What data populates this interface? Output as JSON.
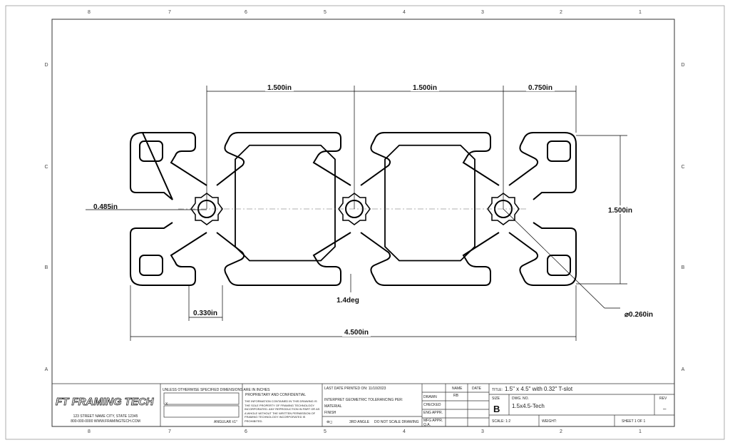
{
  "zones": {
    "columns": [
      "8",
      "7",
      "6",
      "5",
      "4",
      "3",
      "2",
      "1"
    ],
    "rows": [
      "D",
      "C",
      "B",
      "A"
    ]
  },
  "dimensions": {
    "top_left": "1.500in",
    "top_mid": "1.500in",
    "top_right": "0.750in",
    "left": "0.485in",
    "right_height": "1.500in",
    "slot_width": "0.330in",
    "overall_width": "4.500in",
    "draft_angle": "1.4deg",
    "hole_diameter": "⌀0.260in"
  },
  "title_block": {
    "logo": "FT FRAMING TECH",
    "company_address": "123 STREET NAME  CITY, STATE 12345",
    "company_contact": "800-000-0000  WWW.FRAMINGTECH.COM",
    "tolerance_header": "UNLESS OTHERWISE SPECIFIED DIMENSIONS ARE IN INCHES",
    "tolerance_angular": "ANGULAR ±1°",
    "proprietary_title": "PROPRIETARY AND CONFIDENTIAL",
    "proprietary_text": "THE INFORMATION CONTAINED IN THIS DRAWING IS THE SOLE PROPERTY OF FRAMING TECHNOLOGY INCORPORATED. ANY REPRODUCTION IN PART OR AS A WHOLE WITHOUT THE WRITTEN PERMISSION OF FRAMING TECHNOLOGY INCORPORATED IS PROHIBITED.",
    "last_printed": "LAST DATE PRINTED ON: 11/10/2023",
    "interpret": "INTERPRET GEOMETRIC TOLERANCING PER:",
    "material": "MATERIAL",
    "finish": "FINISH",
    "third_angle": "3RD ANGLE",
    "do_not_scale": "DO NOT SCALE DRAWING",
    "name_header": "NAME",
    "date_header": "DATE",
    "drawn": "DRAWN",
    "drawn_by": "RB",
    "checked": "CHECKED",
    "eng_appr": "ENG APPR.",
    "mfg_appr": "MFG APPR.",
    "qa": "Q.A.",
    "title_label": "TITLE:",
    "title": "1.5\" x 4.5\" with 0.32\" T-slot",
    "size_label": "SIZE",
    "size": "B",
    "dwg_no_label": "DWG. NO.",
    "dwg_no": "1.5x4.5-Tech",
    "rev_label": "REV",
    "rev": "–",
    "scale": "SCALE: 1:2",
    "weight": "WEIGHT:",
    "sheet": "SHEET 1 OF 1"
  }
}
